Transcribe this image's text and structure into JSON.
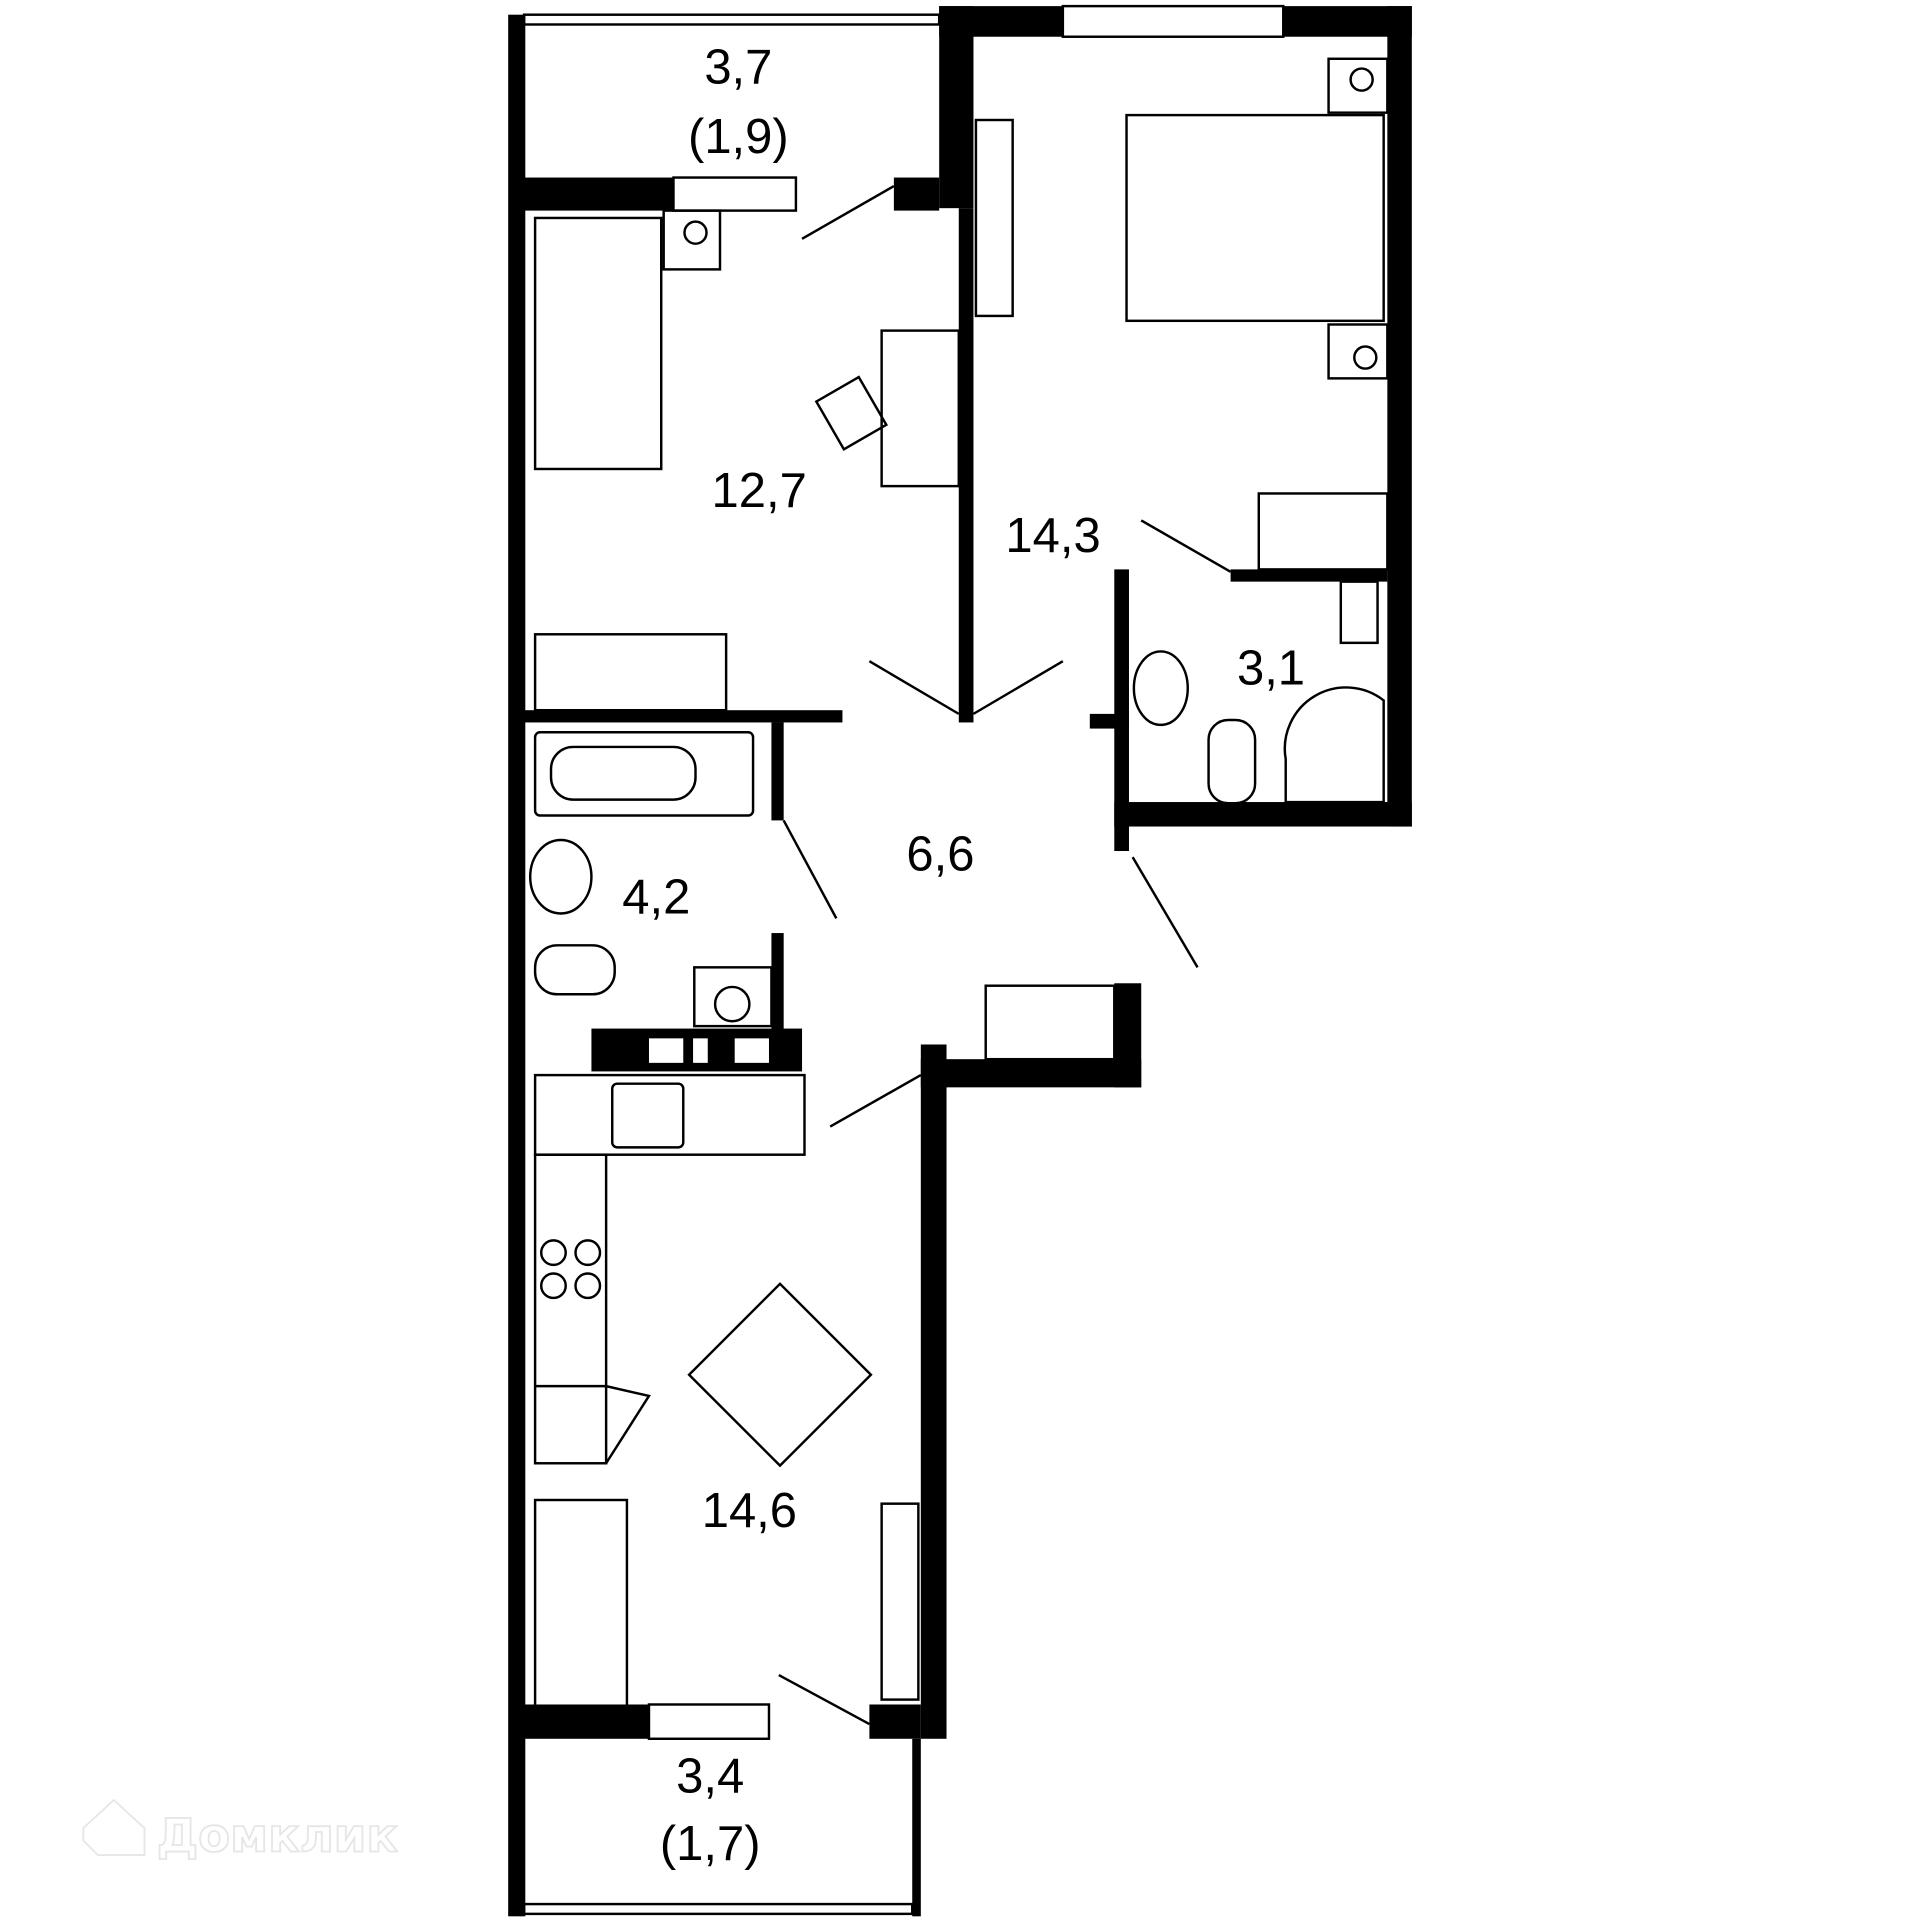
{
  "rooms": [
    {
      "name": "balcony-top",
      "area": "3,7",
      "sub": "(1,9)"
    },
    {
      "name": "bedroom-small",
      "area": "12,7"
    },
    {
      "name": "bedroom-large",
      "area": "14,3"
    },
    {
      "name": "bathroom-small",
      "area": "3,1"
    },
    {
      "name": "hallway",
      "area": "6,6"
    },
    {
      "name": "bathroom",
      "area": "4,2"
    },
    {
      "name": "kitchen-living",
      "area": "14,6"
    },
    {
      "name": "balcony-bottom",
      "area": "3,4",
      "sub": "(1,7)"
    }
  ],
  "watermark": "Домклик",
  "colors": {
    "wall": "#000000",
    "background": "#ffffff"
  }
}
